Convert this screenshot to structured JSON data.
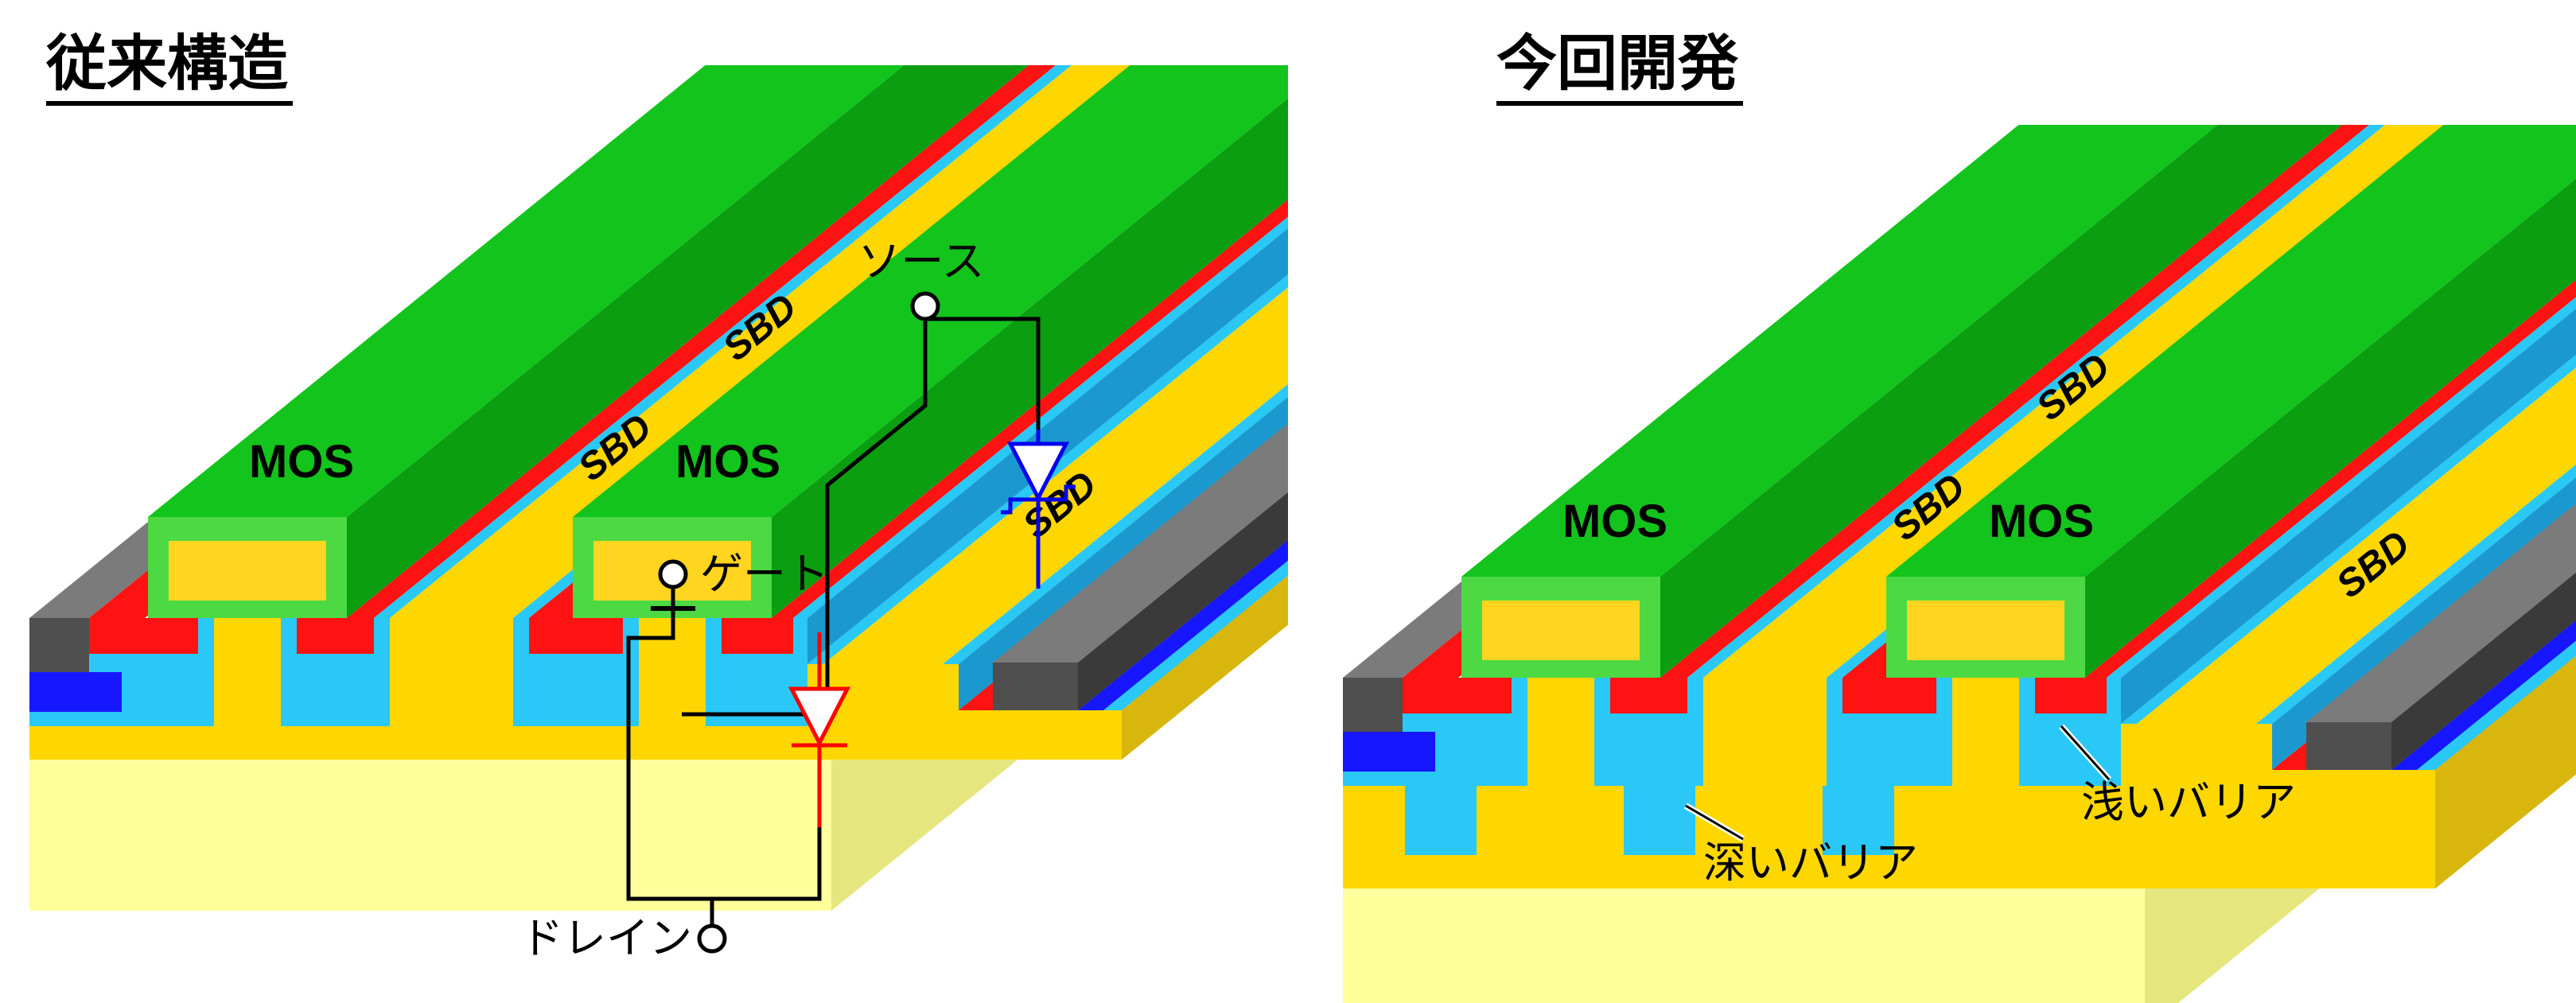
{
  "figure": {
    "left": {
      "title": "従来構造",
      "mos": [
        "MOS",
        "MOS"
      ],
      "sbd": [
        "SBD",
        "SBD",
        "SBD"
      ],
      "terminals": {
        "source": "ソース",
        "gate": "ゲート",
        "drain": "ドレイン"
      }
    },
    "right": {
      "title": "今回開発",
      "mos": [
        "MOS",
        "MOS"
      ],
      "sbd": [
        "SBD",
        "SBD",
        "SBD"
      ],
      "annotations": {
        "deep_barrier": "深いバリア",
        "shallow_barrier": "浅いバリア"
      }
    }
  },
  "colors": {
    "background": "#FFFFFF",
    "green_top": "#12C41C",
    "green_front": "#4CD943",
    "green_side": "#0A9E10",
    "pad_gold": "#FFD520",
    "red": "#FF1212",
    "cyan": "#2AC8F6",
    "cyan_dark": "#1B99CF",
    "blue": "#1717FF",
    "gray_front": "#4F4F4F",
    "gray_top": "#7B7B7B",
    "gray_side": "#3A3A3A",
    "gold": "#FFD700",
    "gold_dark": "#D9B60E",
    "substrate": "#FFFF9C",
    "substrate_side": "#E6E67E",
    "wire": "#000000",
    "diode_red": "#FF0000",
    "diode_blue": "#0000EE",
    "text": "#000000"
  }
}
